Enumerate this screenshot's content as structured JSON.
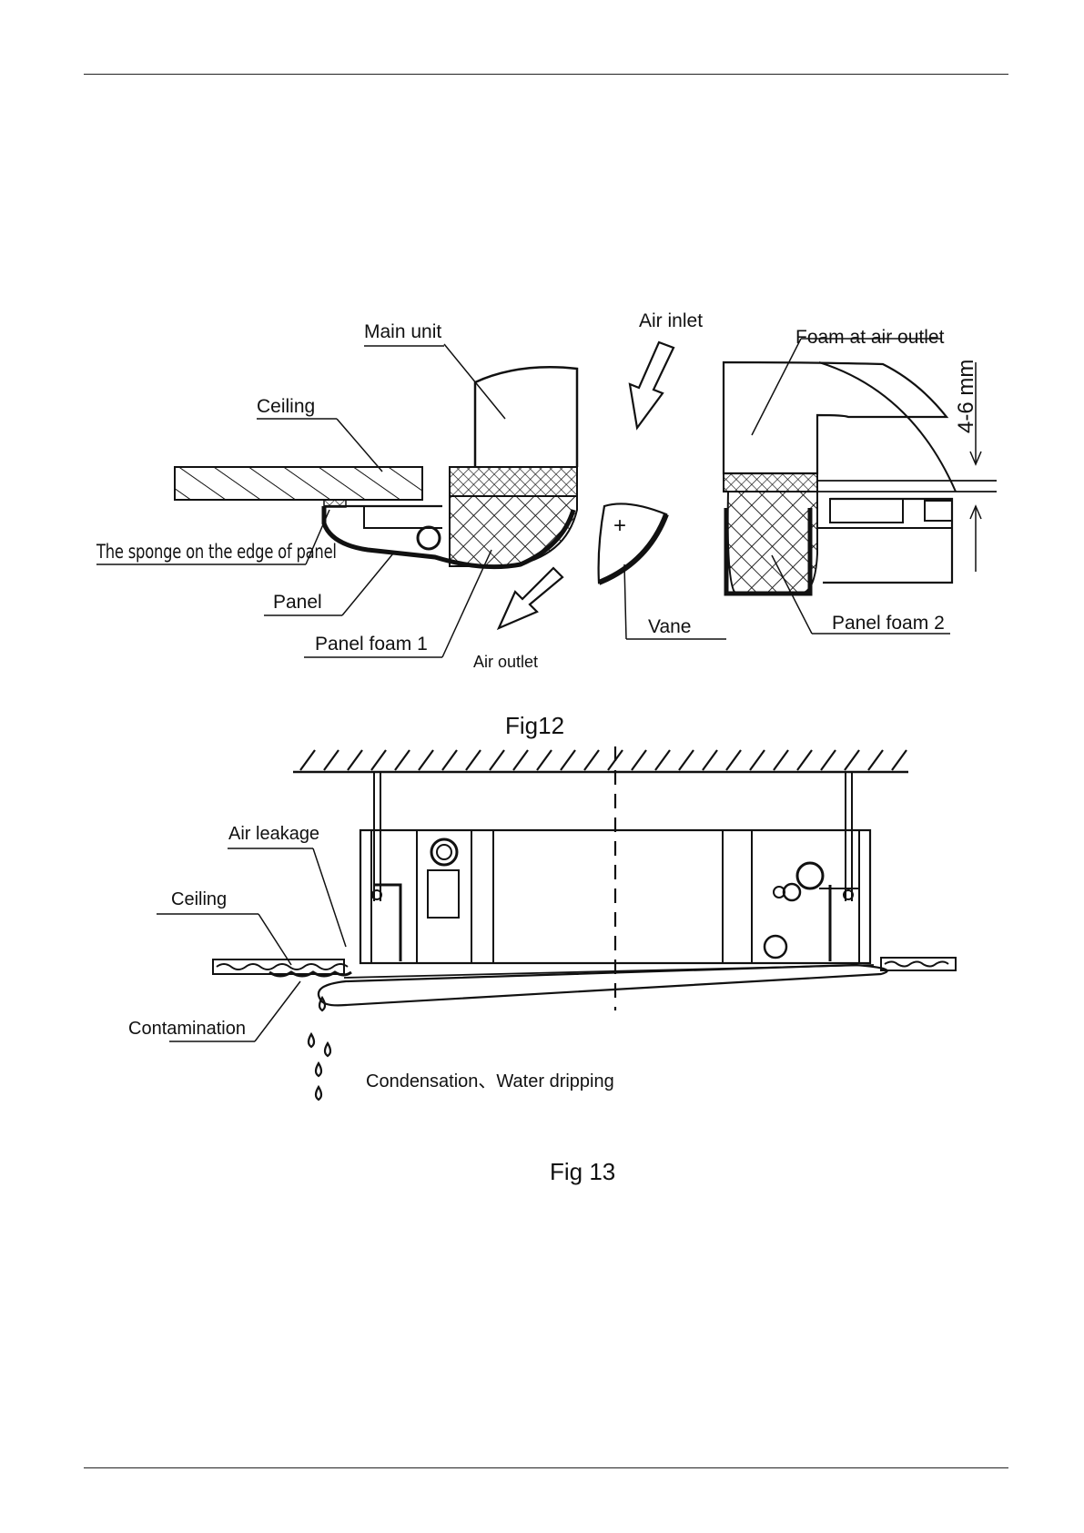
{
  "fig12": {
    "caption": "Fig12",
    "labels": {
      "main_unit": "Main unit",
      "air_inlet": "Air inlet",
      "foam_at_air_outlet": "Foam at air outlet",
      "gap_dimension": "4-6 mm",
      "ceiling": "Ceiling",
      "sponge_edge": "The sponge on the edge of panel",
      "panel": "Panel",
      "panel_foam_1": "Panel foam 1",
      "air_outlet": "Air outlet",
      "vane": "Vane",
      "panel_foam_2": "Panel foam 2",
      "vane_plus": "+"
    }
  },
  "fig13": {
    "caption": "Fig 13",
    "labels": {
      "air_leakage": "Air leakage",
      "ceiling": "Ceiling",
      "contamination": "Contamination",
      "condensation": "Condensation、Water dripping"
    }
  }
}
